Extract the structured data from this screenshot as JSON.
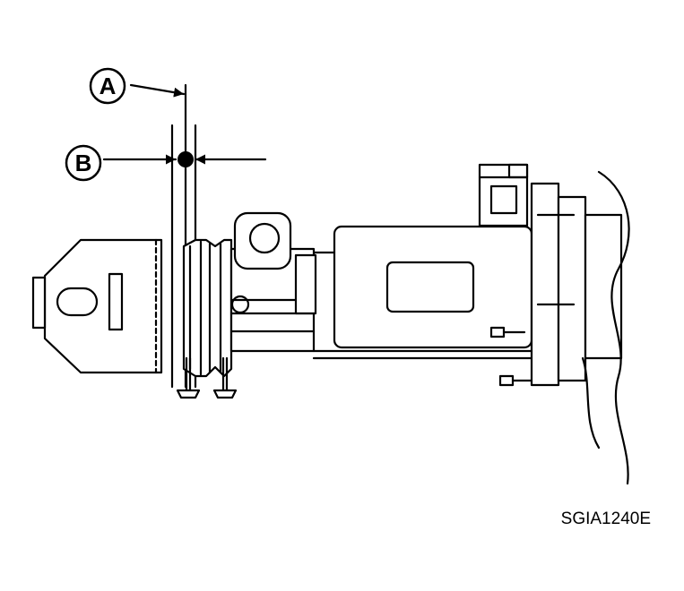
{
  "callouts": {
    "a": "A",
    "b": "B"
  },
  "figure_code": "SGIA1240E",
  "colors": {
    "ink": "#000000",
    "paper": "#ffffff"
  }
}
